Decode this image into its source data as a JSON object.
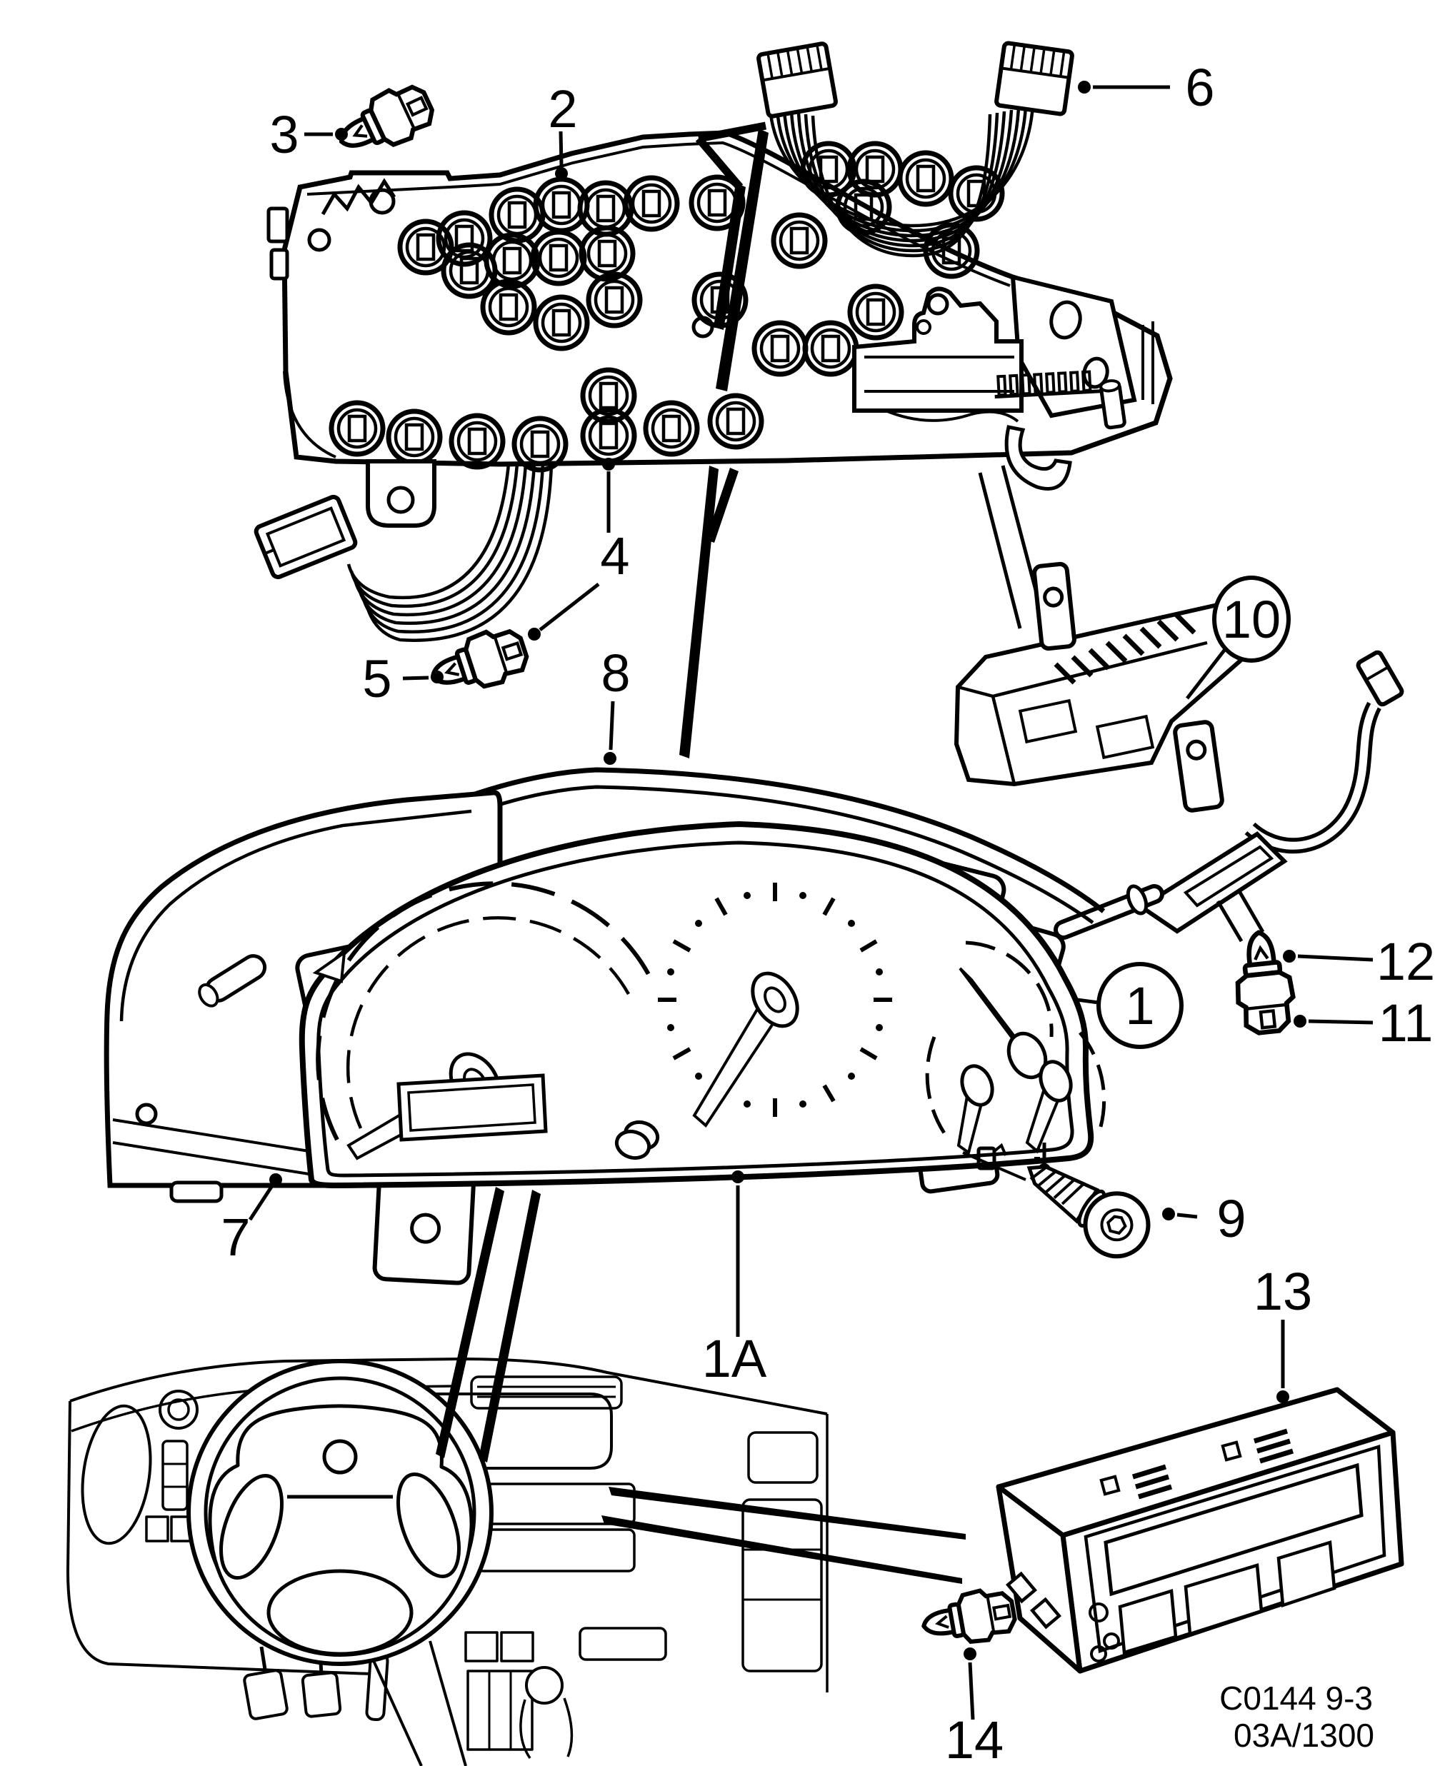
{
  "figure": {
    "code_line1": "C0144 9-3",
    "code_line2": "03A/1300"
  },
  "callouts": {
    "n1": {
      "label": "1",
      "style": "circled"
    },
    "n1a": {
      "label": "1A",
      "style": "plain"
    },
    "n2": {
      "label": "2",
      "style": "plain"
    },
    "n3": {
      "label": "3",
      "style": "plain"
    },
    "n4": {
      "label": "4",
      "style": "plain"
    },
    "n5": {
      "label": "5",
      "style": "plain"
    },
    "n6": {
      "label": "6",
      "style": "plain"
    },
    "n7": {
      "label": "7",
      "style": "plain"
    },
    "n8": {
      "label": "8",
      "style": "plain"
    },
    "n9": {
      "label": "9",
      "style": "plain"
    },
    "n10": {
      "label": "10",
      "style": "circled"
    },
    "n11": {
      "label": "11",
      "style": "plain"
    },
    "n12": {
      "label": "12",
      "style": "plain"
    },
    "n13": {
      "label": "13",
      "style": "plain"
    },
    "n14": {
      "label": "14",
      "style": "plain"
    }
  },
  "colors": {
    "ink": "#000000",
    "paper": "#ffffff"
  }
}
